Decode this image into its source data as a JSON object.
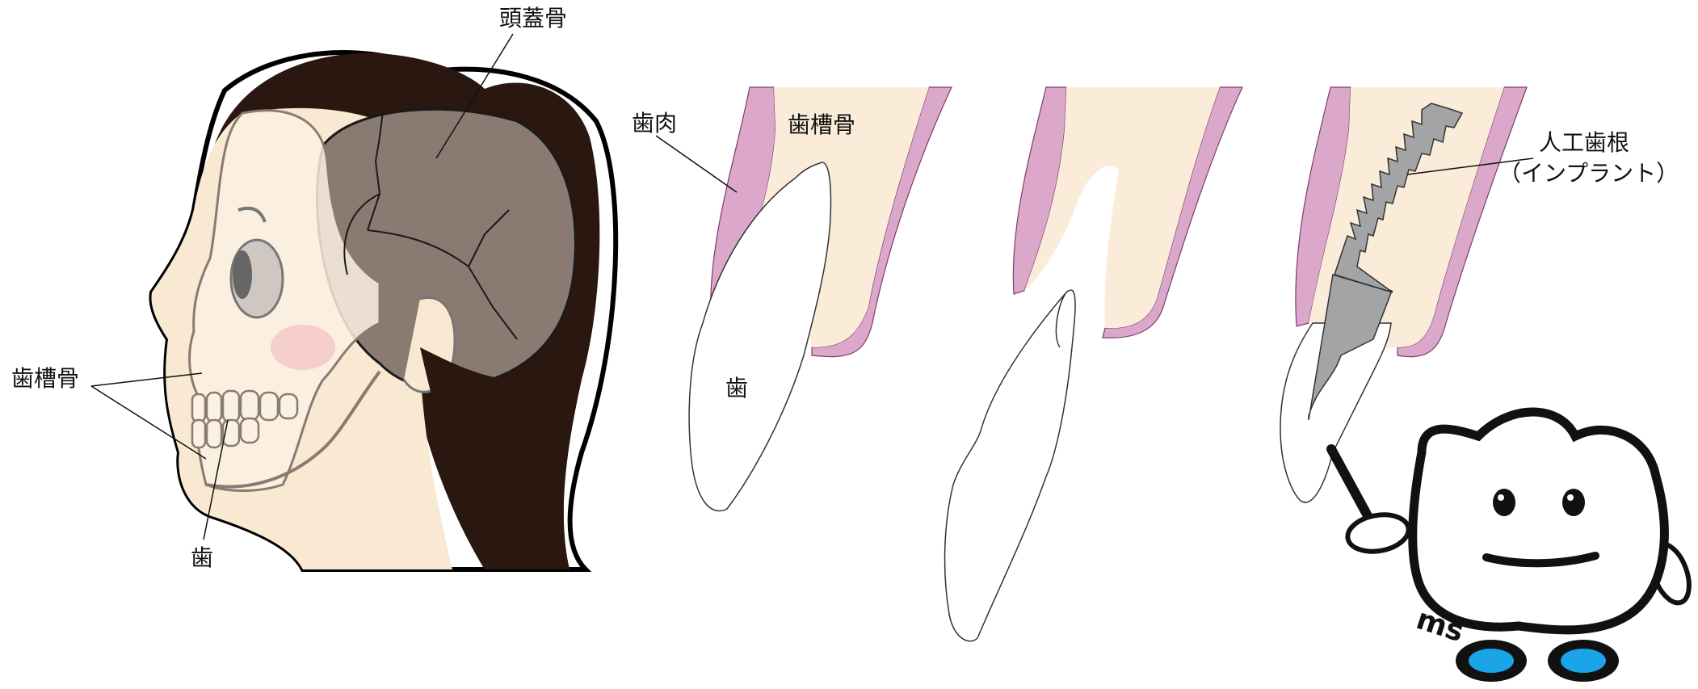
{
  "labels": {
    "skull": "頭蓋骨",
    "alveolar_bone_head": "歯槽骨",
    "tooth_head": "歯",
    "gum": "歯肉",
    "alveolar_bone_panel": "歯槽骨",
    "tooth_panel": "歯",
    "implant_line1": "人工歯根",
    "implant_line2": "（インプラント）"
  },
  "mascot": {
    "logo_text": "ms"
  },
  "colors": {
    "hair": "#2a1710",
    "skin": "#f9e8d2",
    "skull_shade": "#8a7b72",
    "gum": "#dba8cc",
    "bone": "#faecd8",
    "implant": "#a3a4a6",
    "mascot_feet": "#1aa5e8"
  }
}
